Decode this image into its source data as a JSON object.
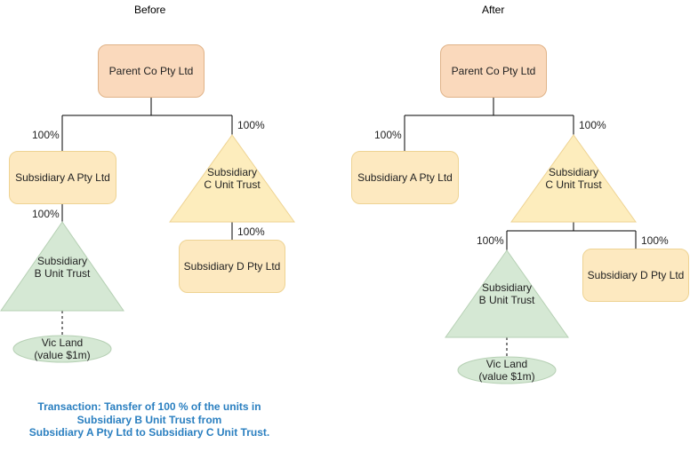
{
  "before": {
    "title": "Before",
    "parent": "Parent Co Pty Ltd",
    "sub_a": "Subsidiary A Pty Ltd",
    "sub_c_line1": "Subsidiary",
    "sub_c_line2": "C Unit Trust",
    "sub_b_line1": "Subsidiary",
    "sub_b_line2": "B Unit Trust",
    "sub_d": "Subsidiary D Pty Ltd",
    "land_line1": "Vic Land",
    "land_line2": "(value $1m)",
    "pct_a": "100%",
    "pct_c": "100%",
    "pct_b": "100%",
    "pct_d": "100%"
  },
  "after": {
    "title": "After",
    "parent": "Parent Co Pty Ltd",
    "sub_a": "Subsidiary A Pty Ltd",
    "sub_c_line1": "Subsidiary",
    "sub_c_line2": "C Unit Trust",
    "sub_b_line1": "Subsidiary",
    "sub_b_line2": "B Unit Trust",
    "sub_d": "Subsidiary D Pty Ltd",
    "land_line1": "Vic Land",
    "land_line2": "(value $1m)",
    "pct_a": "100%",
    "pct_c": "100%",
    "pct_b": "100%",
    "pct_d": "100%"
  },
  "note": {
    "line1": "Transaction: Tansfer of 100 % of the units in",
    "line2": "Subsidiary B Unit Trust from",
    "line3": "Subsidiary A Pty Ltd to Subsidiary C Unit Trust."
  },
  "colors": {
    "parent_fill": "#fad9bc",
    "company_fill": "#fde9c0",
    "unit_trust_fill": "#fdedbd",
    "sub_b_fill": "#d5e8d4",
    "note_text": "#2a7fc0"
  }
}
